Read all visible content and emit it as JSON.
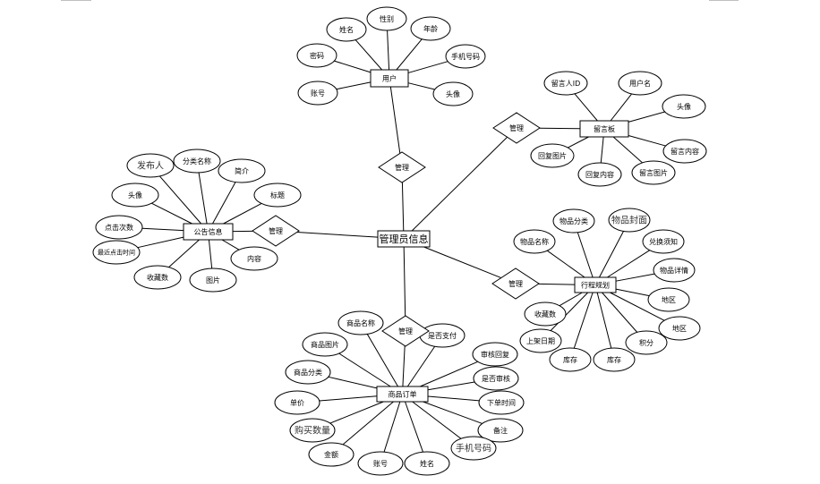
{
  "diagram": {
    "central": {
      "id": "admin",
      "label": "管理员信息"
    },
    "entities": [
      {
        "id": "user",
        "label": "用户"
      },
      {
        "id": "board",
        "label": "留言板"
      },
      {
        "id": "notice",
        "label": "公告信息"
      },
      {
        "id": "travel",
        "label": "行程规划"
      },
      {
        "id": "order",
        "label": "商品订单"
      }
    ],
    "relations": [
      {
        "id": "r_user",
        "label": "管理",
        "from": "admin",
        "to": "user"
      },
      {
        "id": "r_board",
        "label": "管理",
        "from": "admin",
        "to": "board"
      },
      {
        "id": "r_notice",
        "label": "管理",
        "from": "admin",
        "to": "notice"
      },
      {
        "id": "r_travel",
        "label": "管理",
        "from": "admin",
        "to": "travel"
      },
      {
        "id": "r_order",
        "label": "管理",
        "from": "admin",
        "to": "order"
      }
    ],
    "attributes": {
      "user": [
        "姓名",
        "性别",
        "年龄",
        "密码",
        "手机号码",
        "账号",
        "头像"
      ],
      "board": [
        "留言人ID",
        "用户名",
        "头像",
        "回复图片",
        "回复内容",
        "留言图片",
        "留言内容"
      ],
      "notice": [
        "发布人",
        "分类名称",
        "简介",
        "头像",
        "标题",
        "点击次数",
        "最近点击时间",
        "收藏数",
        "图片",
        "内容"
      ],
      "travel": [
        "物品分类",
        "物品封面",
        "物品名称",
        "兑换须知",
        "物品详情",
        "地区",
        "收藏数",
        "地区",
        "上架日期",
        "积分",
        "库存",
        "库存"
      ],
      "order": [
        "商品名称",
        "是否支付",
        "商品图片",
        "审核回复",
        "商品分类",
        "是否审核",
        "单价",
        "下单时间",
        "购买数量",
        "备注",
        "金额",
        "手机号码",
        "账号",
        "姓名"
      ]
    },
    "handwritten": [
      "notice.0",
      "travel.1",
      "order.8",
      "order.11"
    ]
  }
}
